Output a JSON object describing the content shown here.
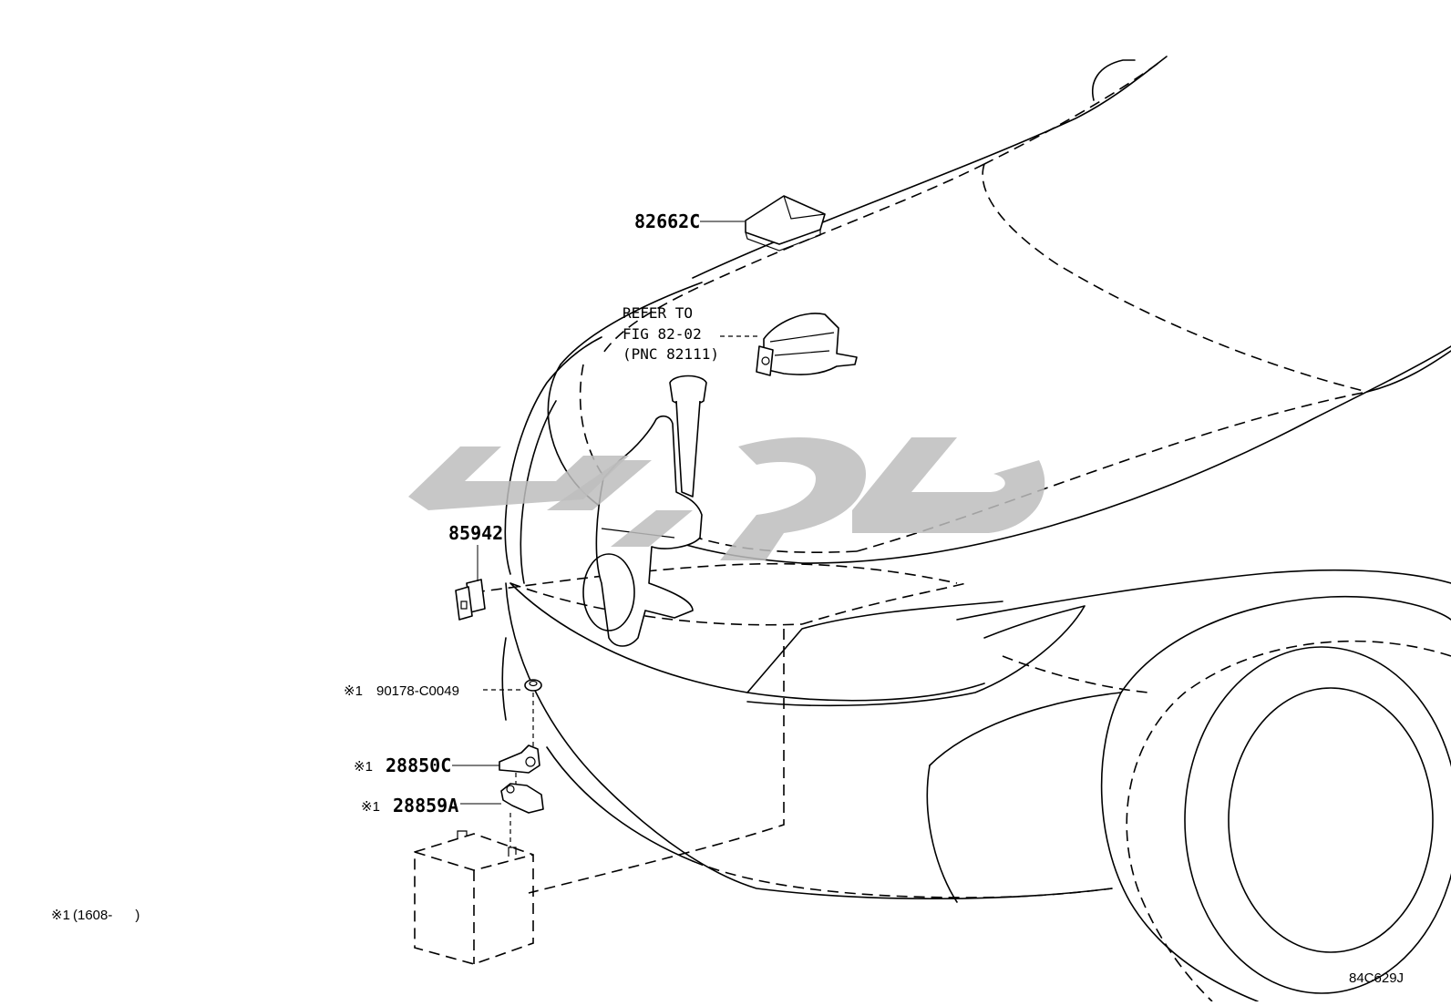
{
  "diagram": {
    "callouts": [
      {
        "id": "82662C",
        "text": "82662C"
      },
      {
        "id": "refer",
        "lines": [
          "REFER TO",
          "FIG 82-02",
          "(PNC 82111)"
        ]
      },
      {
        "id": "85942",
        "text": "85942"
      },
      {
        "id": "90178",
        "mark": "※1",
        "text": "90178-C0049"
      },
      {
        "id": "28850C",
        "mark": "※1",
        "text": "28850C"
      },
      {
        "id": "28859A",
        "mark": "※1",
        "text": "28859A"
      }
    ],
    "footnote": {
      "mark": "※1",
      "text": "(1608-      )"
    },
    "figure_code": "84C629J",
    "watermark": {
      "color": "#bdbdbd"
    }
  }
}
